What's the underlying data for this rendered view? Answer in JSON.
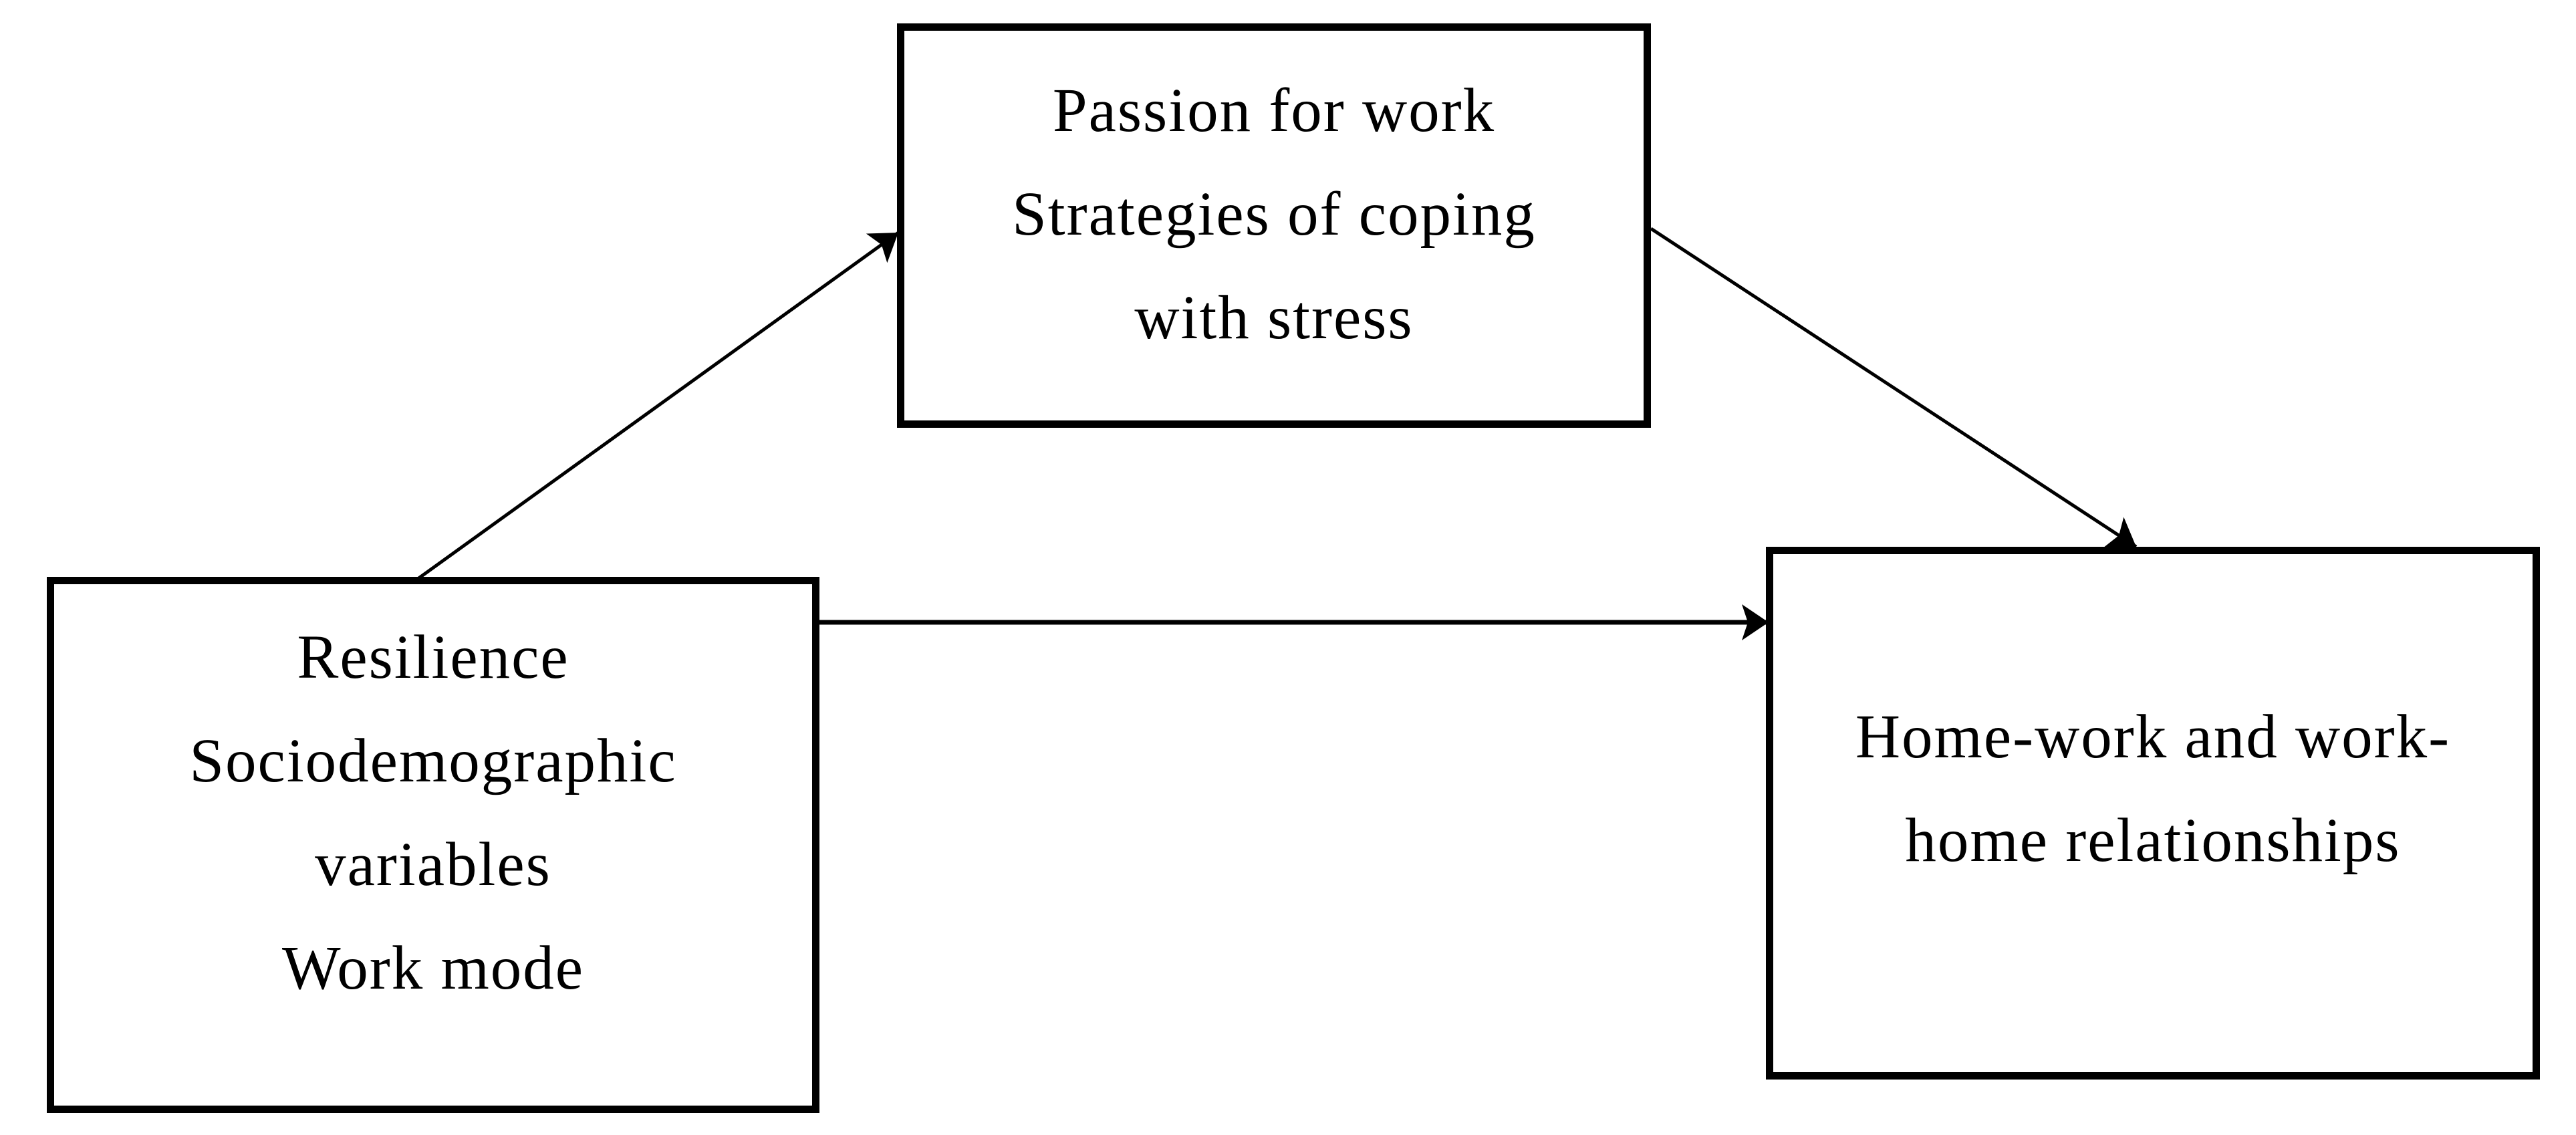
{
  "figure": {
    "background_color": "#ffffff",
    "line_color": "#000000",
    "text_color": "#000000",
    "boxes": {
      "predictors": {
        "lines": [
          "Resilience",
          "Sociodemographic",
          "variables",
          "Work mode"
        ]
      },
      "mediators": {
        "lines": [
          "Passion for work",
          "Strategies of coping",
          "with stress"
        ]
      },
      "outcome": {
        "lines": [
          "Home-work and work-",
          "home relationships"
        ]
      }
    },
    "arrows": [
      {
        "name": "predictors-to-mediators",
        "direction": "up-right"
      },
      {
        "name": "mediators-to-outcome",
        "direction": "down-right"
      },
      {
        "name": "predictors-to-outcome",
        "direction": "right"
      }
    ]
  }
}
